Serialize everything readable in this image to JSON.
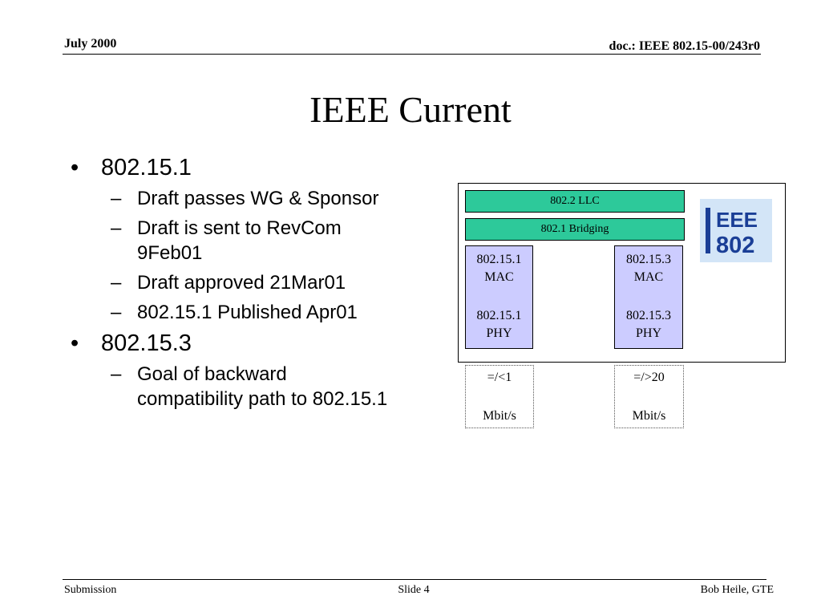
{
  "header": {
    "date": "July 2000",
    "doc": "doc.: IEEE 802.15-00/243r0"
  },
  "slide_title": "IEEE Current",
  "bullets": [
    {
      "text": "802.15.1",
      "sub": [
        "Draft passes WG & Sponsor",
        "Draft is sent to RevCom 9Feb01",
        "Draft approved 21Mar01",
        "802.15.1 Published Apr01"
      ]
    },
    {
      "text": "802.15.3",
      "sub": [
        "Goal of backward compatibility path to 802.15.1"
      ]
    }
  ],
  "diagram": {
    "llc": "802.2 LLC",
    "bridging": "802.1 Bridging",
    "left_stack": {
      "mac_num": "802.15.1",
      "mac": "MAC",
      "phy_num": "802.15.1",
      "phy": "PHY"
    },
    "right_stack": {
      "mac_num": "802.15.3",
      "mac": "MAC",
      "phy_num": "802.15.3",
      "phy": "PHY"
    },
    "left_rate": {
      "value": "=/<1",
      "unit": "Mbit/s"
    },
    "right_rate": {
      "value": "=/>20",
      "unit": "Mbit/s"
    },
    "logo_text": "IEEE 802",
    "colors": {
      "bar": "#2dc99a",
      "stack": "#ccccff",
      "logo_bg": "#d3e5f7",
      "logo_fg": "#1a3e96"
    }
  },
  "footer": {
    "left": "Submission",
    "center": "Slide 4",
    "right": "Bob Heile, GTE"
  }
}
